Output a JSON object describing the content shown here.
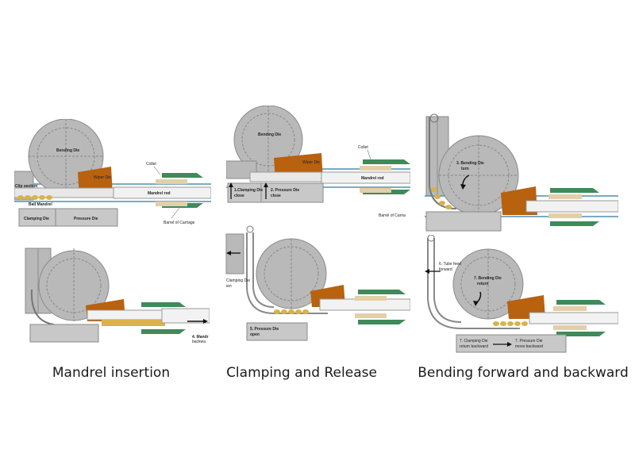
{
  "colors": {
    "die_gray": "#b9b9b9",
    "die_stroke": "#8a8a8a",
    "wiper_orange": "#b8610f",
    "collet_green": "#3f8a5a",
    "clamp_tan": "#e3cfa8",
    "mandrel_ball": "#d8b24a",
    "tube_white": "#f2f2f2",
    "guide_blue": "#4f8fb0"
  },
  "sections": [
    {
      "caption": "Mandrel insertion",
      "top_labels": {
        "bending_die": "Bending Die",
        "wiper_die": "Wiper Die",
        "collet": "Collet",
        "clip_section": "Clip section",
        "mandrel_rod": "Mandrel rod",
        "ball_mandrel": "Ball Mandrel",
        "clamping_die": "Clamping Die",
        "pressure_die": "Pressure Die",
        "barrel_of_carriage": "Barrel of Carriage"
      },
      "bottom_labels": {
        "step_mandrel_a": "4. Mandr",
        "step_mandrel_b": "backwa"
      }
    },
    {
      "caption": "Clamping and Release",
      "top_labels": {
        "bending_die": "Bending Die",
        "wiper_die": "Wiper Die",
        "collet": "Collet",
        "clamping_die_close_a": "1.Clamping Die",
        "clamping_die_close_b": "close",
        "pressure_die_close_a": "2. Pressure Die",
        "pressure_die_close_b": "close",
        "mandrel_rod": "Mandrel rod",
        "barrel_of_carriage": "Barrel of Carria"
      },
      "bottom_labels": {
        "clamping_die_open_a": "Clamping Die",
        "clamping_die_open_b": "ien",
        "pressure_die_open_a": "5. Pressure Die",
        "pressure_die_open_b": "open"
      }
    },
    {
      "caption": "Bending forward and backward",
      "top_labels": {
        "bending_die_turn_a": "3. Bending Die",
        "bending_die_turn_b": "turn"
      },
      "bottom_labels": {
        "tube_feed_a": "6. Tube feed",
        "tube_feed_b": "forward",
        "bending_die_return_a": "7. Bending Die",
        "bending_die_return_b": "return",
        "clamping_die_return_a": "7. Clamping Die",
        "clamping_die_return_b": "return backward",
        "pressure_die_back_a": "7. Pressure Die",
        "pressure_die_back_b": "move backward"
      }
    }
  ]
}
